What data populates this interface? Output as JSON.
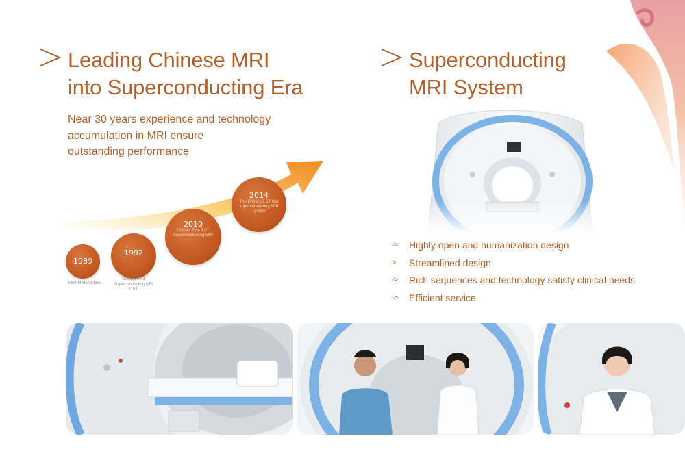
{
  "left_section": {
    "heading_line1": "Leading Chinese MRI",
    "heading_line2": "into Superconducting Era",
    "intro_line1": "Near 30 years experience and technology",
    "intro_line2": "accumulation in MRI ensure",
    "intro_line3": "outstanding performance",
    "milestones": [
      {
        "year": "1989",
        "caption": "First MRI in China"
      },
      {
        "year": "1992",
        "caption": "China's First Superconducting MRI OST"
      },
      {
        "year": "2010",
        "caption": "China's First 3.0T Superconducting MRI"
      },
      {
        "year": "2014",
        "caption": "The China's 1.5T first superconducting MRI system"
      }
    ]
  },
  "right_section": {
    "heading_line1": "Superconducting",
    "heading_line2": "MRI System",
    "features": [
      {
        "arrow": "->",
        "text": "Highly open and humanization design"
      },
      {
        "arrow": ">",
        "text": "Streamlined design"
      },
      {
        "arrow": "->",
        "text": "Rich sequences and technology satisfy clinical needs"
      },
      {
        "arrow": "->",
        "text": "Efficient service"
      }
    ]
  },
  "colors": {
    "accent": "#b5602a",
    "milestone": "#c35a22",
    "scanner_blue": "#6fa7e0",
    "arrow_orange": "#f29a33"
  },
  "icons": {
    "heading_chevron": "chevron-right-icon",
    "timeline_arrow": "growth-arrow-icon",
    "ribbon": "decorative-ribbon"
  }
}
